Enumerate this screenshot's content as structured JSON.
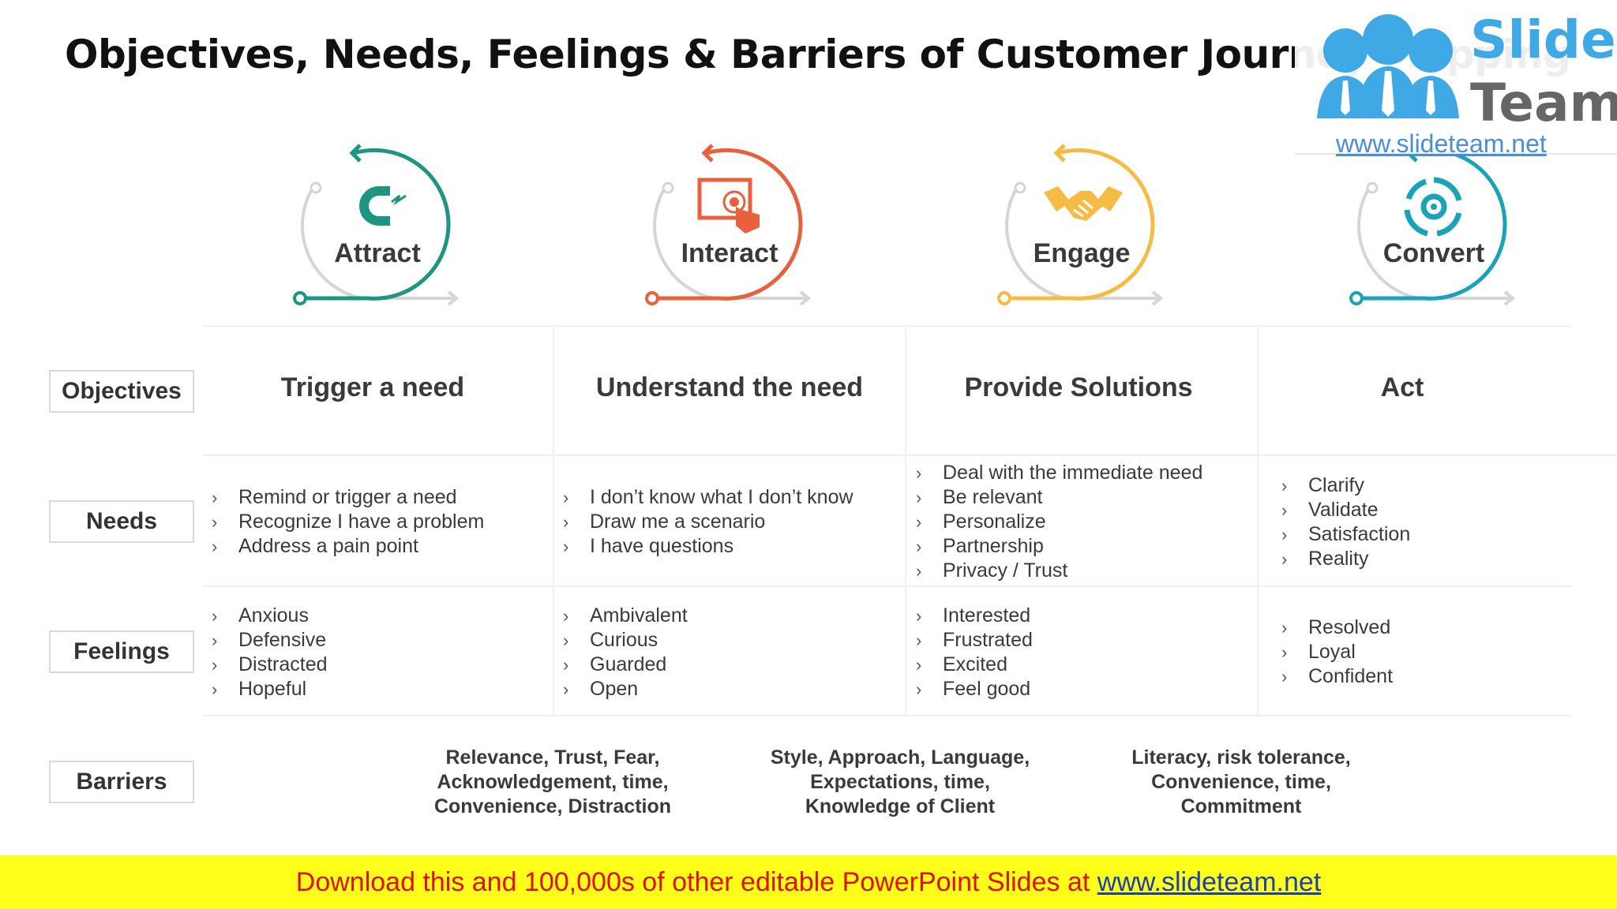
{
  "title": "Objectives, Needs, Feelings & Barriers of Customer Journey Mapping",
  "logo": {
    "line1": "Slide",
    "line2": "Team",
    "url": "www.slideteam.net"
  },
  "stages": [
    {
      "label": "Attract",
      "color": "#1e9580",
      "icon": "magnet-icon"
    },
    {
      "label": "Interact",
      "color": "#e8603c",
      "icon": "tap-screen-icon"
    },
    {
      "label": "Engage",
      "color": "#f5bc45",
      "icon": "handshake-icon"
    },
    {
      "label": "Convert",
      "color": "#1aa3b8",
      "icon": "cycle-gear-icon"
    }
  ],
  "rows": {
    "objectives": "Objectives",
    "needs": "Needs",
    "feelings": "Feelings",
    "barriers": "Barriers"
  },
  "objectives": [
    "Trigger a need",
    "Understand the need",
    "Provide Solutions",
    "Act"
  ],
  "needs": [
    [
      "Remind or trigger a need",
      "Recognize I have a problem",
      "Address a pain point"
    ],
    [
      "I don’t know what I don’t know",
      "Draw me a scenario",
      "I have questions"
    ],
    [
      "Deal with the immediate need",
      "Be relevant",
      "Personalize",
      "Partnership",
      "Privacy / Trust"
    ],
    [
      "Clarify",
      "Validate",
      "Satisfaction",
      "Reality"
    ]
  ],
  "feelings": [
    [
      "Anxious",
      "Defensive",
      "Distracted",
      "Hopeful"
    ],
    [
      "Ambivalent",
      "Curious",
      "Guarded",
      "Open"
    ],
    [
      "Interested",
      "Frustrated",
      "Excited",
      "Feel good"
    ],
    [
      "Resolved",
      "Loyal",
      "Confident"
    ]
  ],
  "barriers": [
    [
      "Relevance, Trust, Fear,",
      "Acknowledgement, time,",
      "Convenience, Distraction"
    ],
    [
      "Style, Approach, Language,",
      "Expectations, time,",
      "Knowledge of Client"
    ],
    [
      "Literacy, risk tolerance,",
      "Convenience, time,",
      "Commitment"
    ]
  ],
  "footer": {
    "text": "Download this and 100,000s of other editable PowerPoint Slides at ",
    "link": "www.slideteam.net"
  }
}
